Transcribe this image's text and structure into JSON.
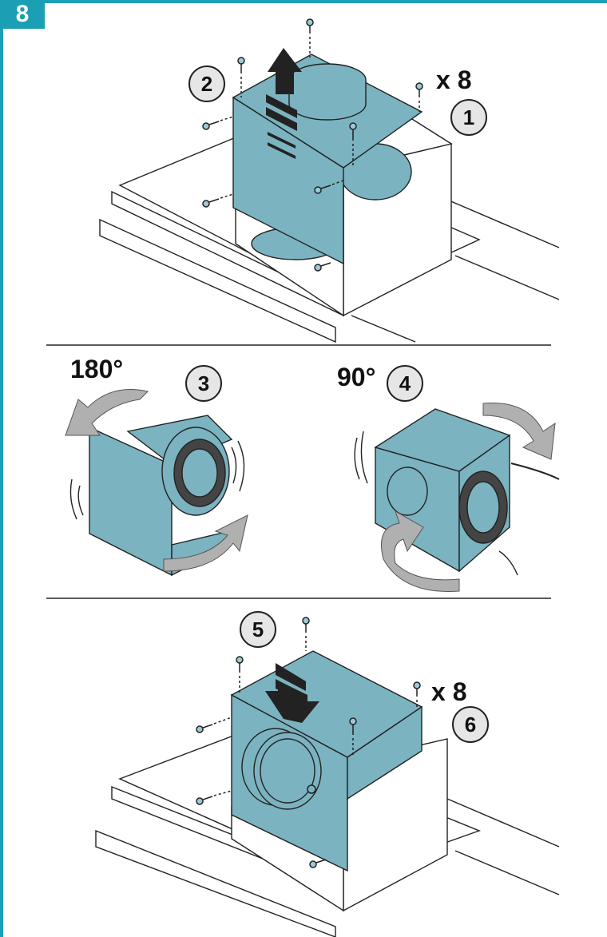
{
  "figure": {
    "step_number": "8",
    "accent_color": "#1a9fb4",
    "panel_color": "#7bb3c0",
    "callouts": {
      "c1": "1",
      "c2": "2",
      "c3": "3",
      "c4": "4",
      "c5": "5",
      "c6": "6"
    },
    "screw_count_top": "x 8",
    "screw_count_bottom": "x 8",
    "rotation_3": "180°",
    "rotation_4": "90°"
  }
}
